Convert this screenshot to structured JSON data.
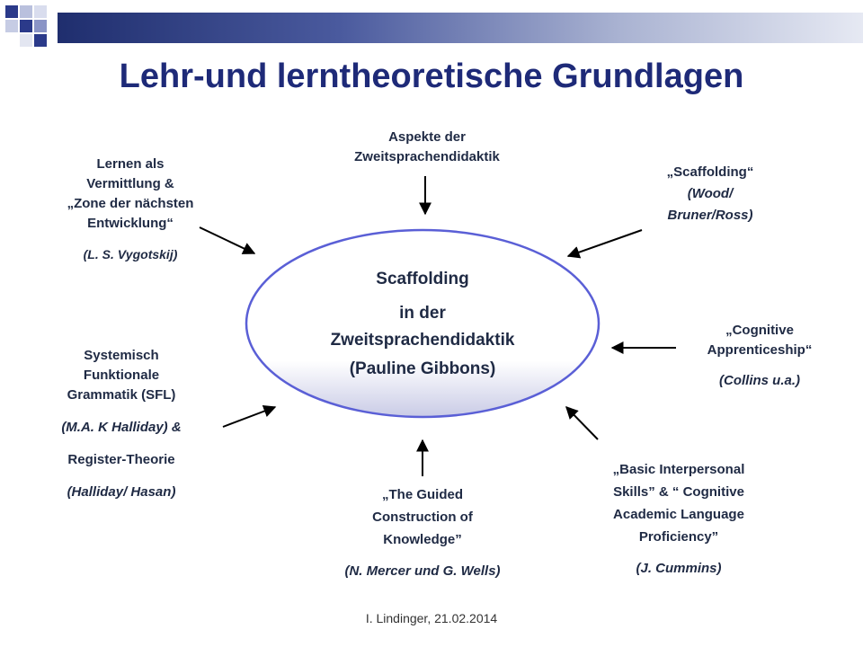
{
  "title": "Lehr-und lerntheoretische Grundlagen",
  "center": {
    "line1": "Scaffolding",
    "line2": "in der",
    "line3": "Zweitsprachendidaktik",
    "line4": "(Pauline Gibbons)"
  },
  "nodes": {
    "aspekte": {
      "line1": "Aspekte der",
      "line2": "Zweitsprachendidaktik"
    },
    "lernen": {
      "line1": "Lernen als",
      "line2": "Vermittlung &",
      "line3": "„Zone der nächsten",
      "line4": "Entwicklung“",
      "source": "(L. S. Vygotskij)"
    },
    "scaffolding_wood": {
      "line1": "„Scaffolding“",
      "line2": "(Wood/",
      "line3": "Bruner/Ross)"
    },
    "cognitive": {
      "line1": "„Cognitive",
      "line2": "Apprenticeship“",
      "source": "(Collins u.a.)"
    },
    "sfl": {
      "line1": "Systemisch",
      "line2": "Funktionale",
      "line3": "Grammatik  (SFL)",
      "line4": "(M.A. K Halliday) &",
      "line5": "Register-Theorie",
      "line6": "(Halliday/ Hasan)"
    },
    "guided": {
      "line1": "„The Guided",
      "line2": "Construction of",
      "line3": "Knowledge”",
      "source": "(N. Mercer und G. Wells)"
    },
    "bics": {
      "line1": "„Basic Interpersonal",
      "line2": "Skills” & “ Cognitive",
      "line3": "Academic Language",
      "line4": "Proficiency”",
      "source": "(J. Cummins)"
    }
  },
  "footer": "I. Lindinger, 21.02.2014",
  "colors": {
    "title": "#1e2a78",
    "ellipse_border": "#5a5fd6",
    "banner_dark": "#1f2e6e"
  }
}
